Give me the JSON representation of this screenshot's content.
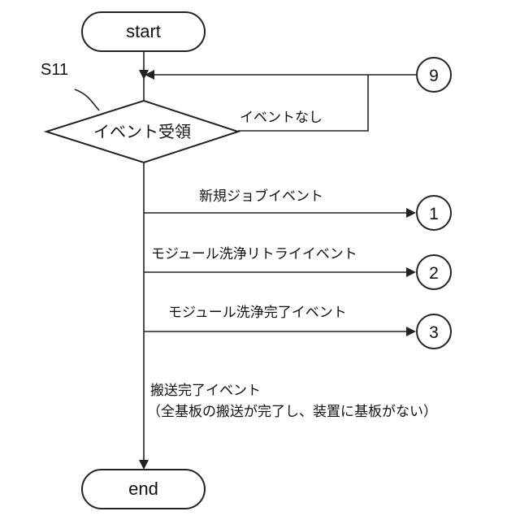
{
  "nodes": {
    "start": "start",
    "end": "end",
    "decision": "イベント受領",
    "step_label": "S11",
    "conn_9": "9",
    "conn_1": "1",
    "conn_2": "2",
    "conn_3": "3"
  },
  "edges": {
    "no_event": "イベントなし",
    "new_job": "新規ジョブイベント",
    "module_clean_retry": "モジュール洗浄リトライイベント",
    "module_clean_done": "モジュール洗浄完了イベント",
    "transfer_done_line1": "搬送完了イベント",
    "transfer_done_line2": "（全基板の搬送が完了し、装置に基板がない）"
  }
}
